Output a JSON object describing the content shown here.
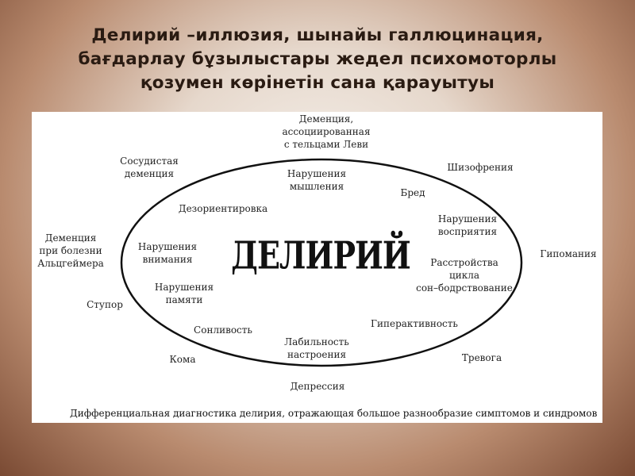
{
  "title": {
    "line1": "Делирий –иллюзия, шынайы галлюцинация,",
    "line2": "бағдарлау бұзылыстары жедел психомоторлы",
    "line3": "қозумен көрінетін  сана қарауытуы"
  },
  "diagram": {
    "center": "ДЕЛИРИЙ",
    "outer": {
      "dementia_levy": [
        "Деменция,",
        "ассоциированная",
        "с тельцами Леви"
      ],
      "vascular": [
        "Сосудистая",
        "деменция"
      ],
      "schizophrenia": "Шизофрения",
      "alzheimer": [
        "Деменция",
        "при болезни",
        "Альцгеймера"
      ],
      "hypomania": "Гипомания",
      "stupor": "Ступор",
      "coma": "Кома",
      "anxiety": "Тревога",
      "depression": "Депрессия"
    },
    "inner": {
      "thinking": [
        "Нарушения",
        "мышления"
      ],
      "delusion": "Бред",
      "disorientation": "Дезориентировка",
      "perception": [
        "Нарушения",
        "восприятия"
      ],
      "attention": [
        "Нарушения",
        "внимания"
      ],
      "sleep_wake": [
        "Расстройства",
        "цикла",
        "сон–бодрствование"
      ],
      "memory": [
        "Нарушения",
        "памяти"
      ],
      "hyperactivity": "Гиперактивность",
      "somnolence": "Сонливость",
      "mood": [
        "Лабильность",
        "настроения"
      ]
    },
    "caption": "Дифференциальная диагностика делирия, отражающая большое разнообразие симптомов и синдромов"
  }
}
